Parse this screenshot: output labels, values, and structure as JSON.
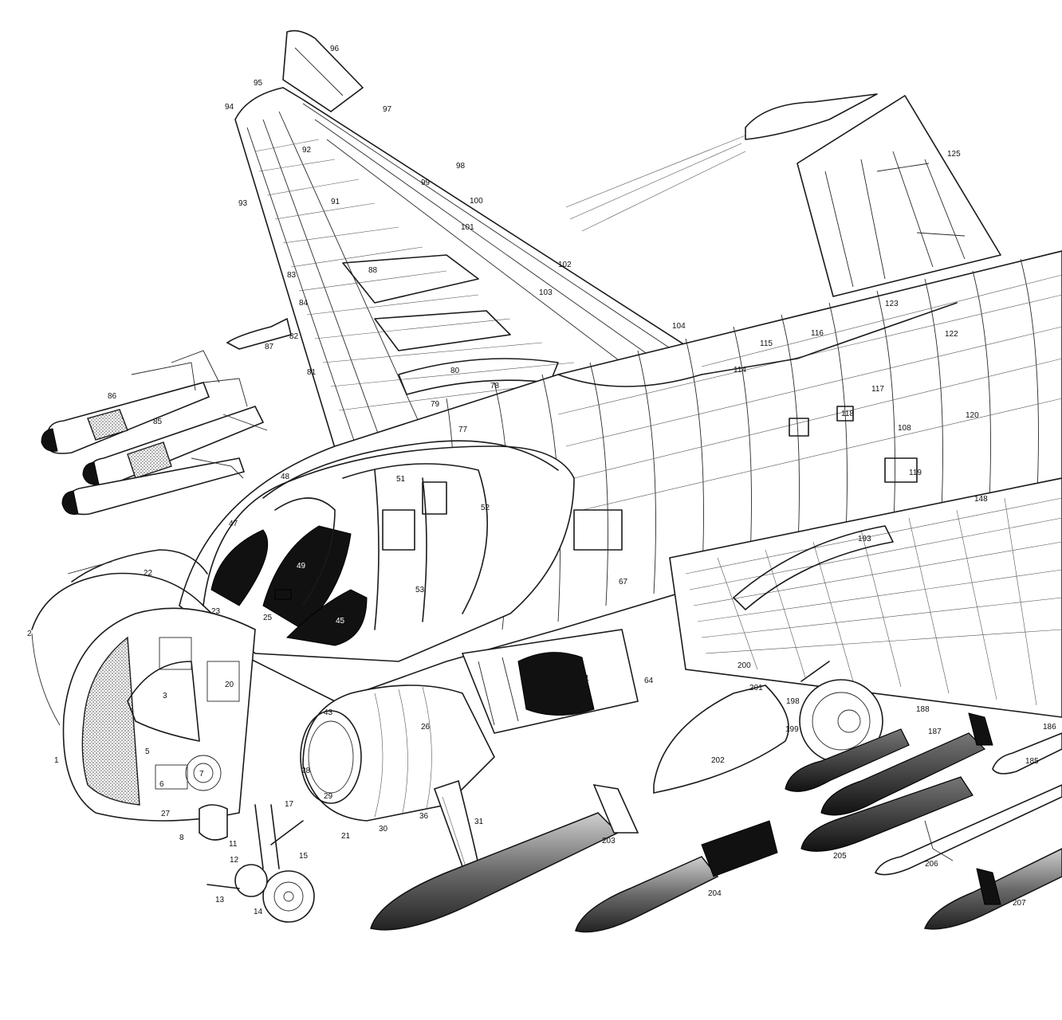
{
  "diagram": {
    "labels": {
      "l1": "1",
      "l2": "2",
      "l3": "3",
      "l5": "5",
      "l6": "6",
      "l7": "7",
      "l8": "8",
      "l11": "11",
      "l12": "12",
      "l13": "13",
      "l14": "14",
      "l15": "15",
      "l17": "17",
      "l20": "20",
      "l21": "21",
      "l22": "22",
      "l23": "23",
      "l25": "25",
      "l26": "26",
      "l27": "27",
      "l28": "28",
      "l29": "29",
      "l30": "30",
      "l31": "31",
      "l36": "36",
      "l41": "41",
      "l43": "43",
      "l45": "45",
      "l47": "47",
      "l48": "48",
      "l49": "49",
      "l51": "51",
      "l52": "52",
      "l53": "53",
      "l64": "64",
      "l67": "67",
      "l77": "77",
      "l78": "78",
      "l79": "79",
      "l80": "80",
      "l81": "81",
      "l82": "82",
      "l83": "83",
      "l84": "84",
      "l85": "85",
      "l86": "86",
      "l87": "87",
      "l88": "88",
      "l91": "91",
      "l92": "92",
      "l93": "93",
      "l94": "94",
      "l95": "95",
      "l96": "96",
      "l97": "97",
      "l98": "98",
      "l99": "99",
      "l100": "100",
      "l101": "101",
      "l102": "102",
      "l103": "103",
      "l104": "104",
      "l108": "108",
      "l114": "114",
      "l115": "115",
      "l116": "116",
      "l117": "117",
      "l118": "118",
      "l119": "119",
      "l120": "120",
      "l122": "122",
      "l123": "123",
      "l125": "125",
      "l148": "148",
      "l185": "185",
      "l186": "186",
      "l187": "187",
      "l188": "188",
      "l193": "193",
      "l198": "198",
      "l199": "199",
      "l200": "200",
      "l201": "201",
      "l202": "202",
      "l203": "203",
      "l204": "204",
      "l205": "205",
      "l206": "206",
      "l207": "207"
    }
  }
}
